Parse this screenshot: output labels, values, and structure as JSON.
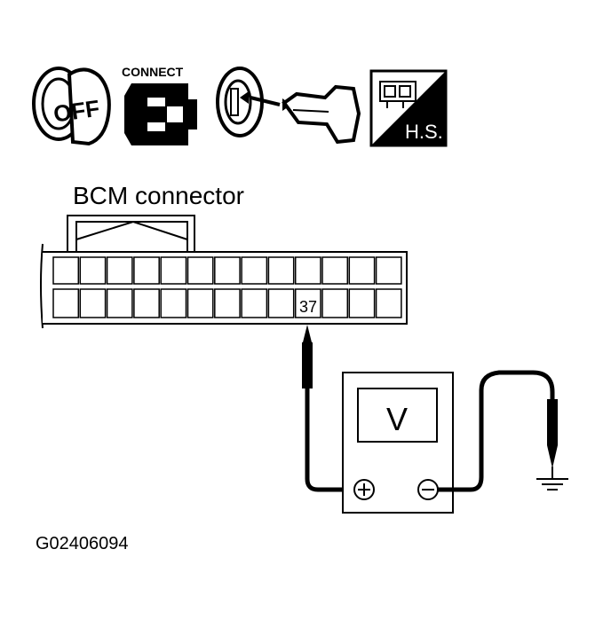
{
  "icons": {
    "ignition_off_label": "OFF",
    "connect_label": "CONNECT",
    "hs_label": "H.S."
  },
  "connector": {
    "title": "BCM connector",
    "pin_label": "37"
  },
  "meter": {
    "display": "V",
    "plus_symbol": "+",
    "minus_symbol": "−"
  },
  "figure_code": "G02406094",
  "icon_names": [
    "ignition-off-icon",
    "connector-connect-icon",
    "key-removed-icon",
    "harness-side-icon",
    "ground-icon"
  ]
}
